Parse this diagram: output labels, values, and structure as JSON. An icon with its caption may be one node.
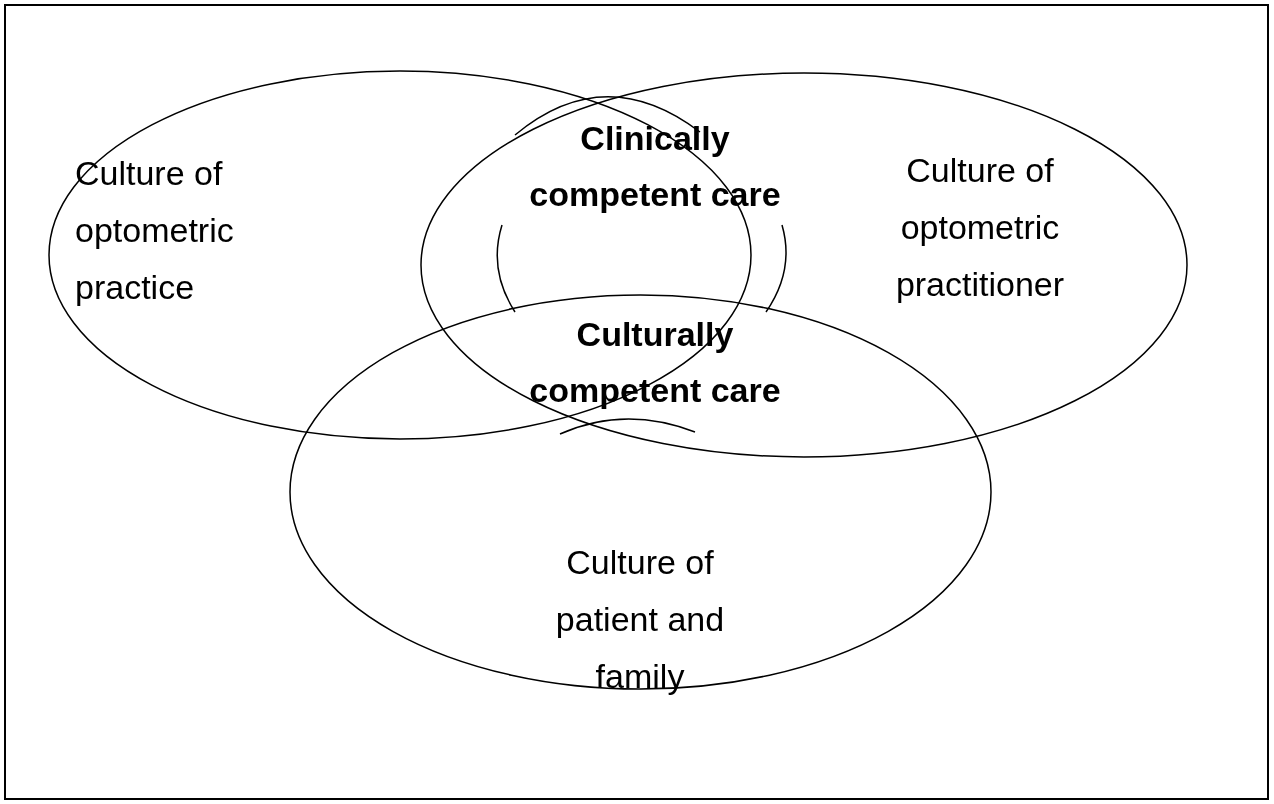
{
  "diagram": {
    "nodes": [
      {
        "text": [
          "Culture of optometric practice"
        ]
      },
      {
        "text": [
          "Culture of optometric practitioner"
        ]
      },
      {
        "text": [
          "Culture of patient and family"
        ]
      }
    ],
    "labels": [
      "Clinically competent care",
      "Culturally competent care"
    ]
  }
}
